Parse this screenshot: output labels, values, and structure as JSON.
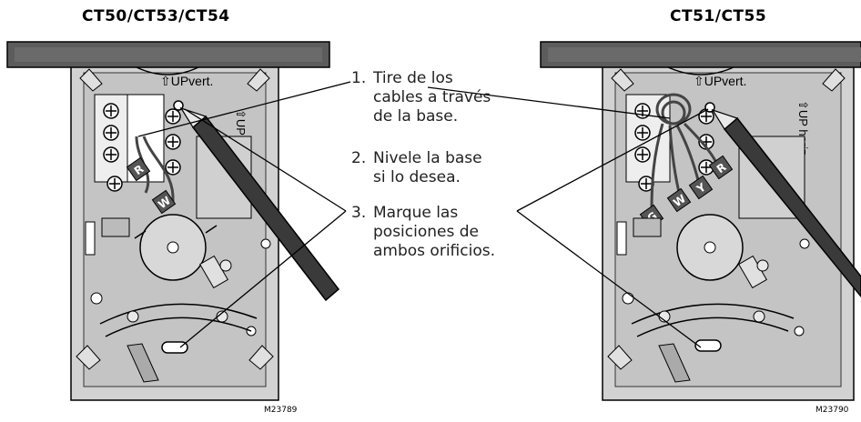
{
  "titles": {
    "left": "CT50/CT53/CT54",
    "right": "CT51/CT55"
  },
  "base_labels": {
    "up_vert": "⇧UPvert.",
    "up_horiz": "⇧UP horiz"
  },
  "wire_tags": {
    "left": [
      "R",
      "W"
    ],
    "right": [
      "R",
      "Y",
      "W",
      "G"
    ]
  },
  "steps": [
    {
      "num": "1.",
      "lines": [
        "Tire de los",
        "cables a través",
        "de la base."
      ]
    },
    {
      "num": "2.",
      "lines": [
        "Nivele la base",
        "si lo desea."
      ]
    },
    {
      "num": "3.",
      "lines": [
        "Marque las",
        "posiciones de",
        "ambos orificios."
      ]
    }
  ],
  "figure_codes": {
    "left": "M23789",
    "right": "M23790"
  },
  "colors": {
    "plate": "#c9c9c9",
    "bar": "#5c5c5c",
    "pencil": "#3a3a3a",
    "tag": "#555555",
    "line": "#000000"
  }
}
